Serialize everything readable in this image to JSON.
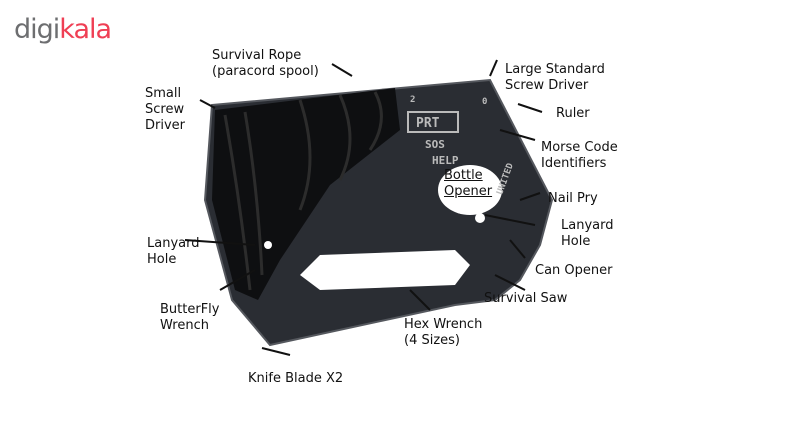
{
  "logo": {
    "part1": "digi",
    "part2": "kala"
  },
  "card_text": {
    "brand": "PRT",
    "sos": "SOS",
    "help": "HELP",
    "united": "UNITED",
    "ruler_mark": "2",
    "ruler_zero": "0"
  },
  "labels": {
    "survival_rope": "Survival Rope",
    "paracord": "(paracord spool)",
    "small_screw_1": "Small",
    "small_screw_2": "Screw",
    "small_screw_3": "Driver",
    "large_screw_1": "Large Standard",
    "large_screw_2": "Screw Driver",
    "ruler": "Ruler",
    "morse_1": "Morse Code",
    "morse_2": "Identifiers",
    "bottle_1": "Bottle",
    "bottle_2": "Opener",
    "nail_pry": "Nail Pry",
    "lanyard_r1": "Lanyard",
    "lanyard_r2": "Hole",
    "lanyard_l1": "Lanyard",
    "lanyard_l2": "Hole",
    "can_opener": "Can Opener",
    "survival_saw": "Survival Saw",
    "butterfly_1": "ButterFly",
    "butterfly_2": "Wrench",
    "hex_1": "Hex Wrench",
    "hex_2": "(4 Sizes)",
    "knife": "Knife Blade X2"
  }
}
